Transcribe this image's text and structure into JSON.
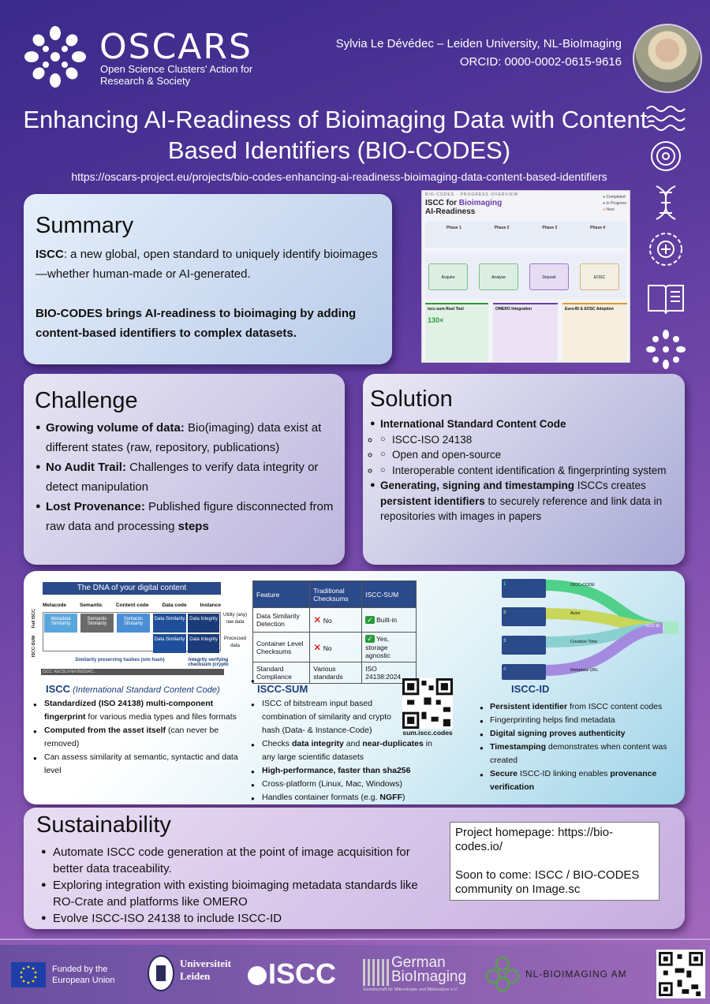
{
  "header": {
    "logo_word": "OSCARS",
    "logo_sub": "Open Science Clusters' Action for Research & Society",
    "author": "Sylvia Le Dévédec – Leiden University, NL-BioImaging",
    "orcid": "ORCID: 0000-0002-0615-9616",
    "title": "Enhancing AI-Readiness of Bioimaging Data with Content-Based Identifiers (BIO-CODES)",
    "url": "https://oscars-project.eu/projects/bio-codes-enhancing-ai-readiness-bioimaging-data-content-based-identifiers"
  },
  "side_icons": [
    "waves-icon",
    "target-icon",
    "dna-icon",
    "plus-circle-icon",
    "book-icon",
    "oscars-flower-icon"
  ],
  "summary": {
    "heading": "Summary",
    "p1_bold": "ISCC",
    "p1_rest": ": a new global, open standard to uniquely identify bioimages—whether human‐made or AI‐generated.",
    "p2": "BIO‐CODES brings AI‐readiness to bioimaging by adding content‐based identifiers to complex datasets."
  },
  "thumb": {
    "kicker": "BIO-CODES · PROGRESS OVERVIEW",
    "title_a": "ISCC for ",
    "title_b": "Bioimaging",
    "title_c": "AI-Readiness",
    "legend": [
      "Completed",
      "In Progress",
      "Next"
    ],
    "phases": [
      "Phase 1",
      "Phase 2",
      "Phase 3",
      "Phase 4"
    ],
    "pipeline": [
      "Acquire",
      "Analyse",
      "Deposit",
      "EOSC"
    ],
    "cards": [
      "iscc-sum Rust Tool",
      "OMERO Integration",
      "Euro-BI & EOSC Adoption"
    ],
    "stat": "130×"
  },
  "challenge": {
    "heading": "Challenge",
    "items": [
      {
        "bold": "Growing volume  of data:",
        "rest": " Bio(imaging) data exist at different states (raw, repository, publications)"
      },
      {
        "bold": " No Audit Trail:",
        "rest": " Challenges to verify data integrity or detect manipulation"
      },
      {
        "bold": "Lost Provenance:",
        "rest": " Published figure disconnected from raw data and processing ",
        "bold2": "steps"
      }
    ]
  },
  "solution": {
    "heading": "Solution",
    "item1": "International Standard Content Code",
    "sub": [
      "ISCC-ISO 24138",
      "Open and open-source",
      "Interoperable content identification & fingerprinting system"
    ],
    "item2_bold": "Generating, signing and timestamping",
    "item2_rest": " ISCCs creates ",
    "item2_bold2": "persistent identifiers",
    "item2_rest2": " to securely reference and link data in repositories with images in papers"
  },
  "dna": {
    "title": "The DNA of your digital content",
    "cols": [
      "Metacode",
      "Semantic",
      "Content code",
      "Data code",
      "Instance"
    ],
    "row1": [
      "Metadata Similarity",
      "Semantic Similarity",
      "Syntactic Similarity",
      "Data Similarity",
      "Data Integrity"
    ],
    "row2": [
      "Data Similarity",
      "Data Integrity"
    ],
    "left_top": "Full ISCC",
    "left_bottom": "ISCC-SUM",
    "right_top": "Utility (any) raw data",
    "right_bottom": "Processed data",
    "foot1": "Similarity preserving hashes (sim hash)",
    "foot2": "Integrity verifying checksum (crypto",
    "code": "ISCC: KEC5LVVEF2W2GRC...",
    "colors": {
      "meta": "#5aa7dd",
      "sem": "#6a6a6a",
      "syn": "#4a8fd6",
      "data": "#1f4f9a",
      "inst": "#1b3c78"
    }
  },
  "table": {
    "headers": [
      "Feature",
      "Traditional Checksums",
      "ISCC-SUM"
    ],
    "rows": [
      [
        "Data Similarity Detection",
        "No",
        "Built-in"
      ],
      [
        "Container Level Checksums",
        "No",
        "Yes, storage agnostic"
      ],
      [
        "Standard Compliance",
        "Various standards",
        "ISO 24138:2024"
      ]
    ]
  },
  "flow": {
    "labels": [
      "ISCC-CODE",
      "Actor",
      "Creation Time",
      "Metadata URL"
    ],
    "nums": [
      "1",
      "2",
      "3",
      "4"
    ],
    "target": "ISCC-ID",
    "colors": [
      "#4fd18a",
      "#c8d65a",
      "#8ad0d0",
      "#a58be0"
    ]
  },
  "iscc_col": {
    "title": "ISCC",
    "title_it": " (International Standard Content Code)",
    "items": [
      {
        "bold": "Standardized (ISO 24138) multi-component fingerprint",
        "rest": " for various media types and files formats"
      },
      {
        "bold": "Computed from the asset itself",
        "rest": " (can never be removed)"
      },
      {
        "bold": "",
        "rest": "Can assess similarity at semantic, syntactic and data level"
      }
    ]
  },
  "sum_col": {
    "title": "ISCC-SUM",
    "qr_caption": "sum.iscc.codes",
    "items": [
      {
        "pre": "ISCC of bitstream input based combination of similarity and crypto hash (Data- & Instance-Code)",
        "bold": "",
        "post": ""
      },
      {
        "pre": "Checks ",
        "bold": "data integrity",
        "post": " and ",
        "bold2": "near-duplicates",
        "post2": " in any large scientific  datasets"
      },
      {
        "pre": "",
        "bold": "High-performance, faster than sha256",
        "post": ""
      },
      {
        "pre": "Cross-platform (Linux, Mac, Windows)",
        "bold": "",
        "post": ""
      },
      {
        "pre": "Handles container formats (e.g. ",
        "bold": "NGFF",
        "post": ")"
      }
    ]
  },
  "id_col": {
    "title": "ISCC-ID",
    "items": [
      {
        "bold": "Persistent  identifier",
        "rest": " from ISCC content codes",
        "bold2": "",
        "rest2": ""
      },
      {
        "bold": "",
        "rest": "Fingerprinting helps find metadata",
        "bold2": "",
        "rest2": ""
      },
      {
        "bold": "Digital signing proves authenticity",
        "rest": "",
        "bold2": "",
        "rest2": ""
      },
      {
        "bold": "Timestamping",
        "rest": " demonstrates when content was created",
        "bold2": "",
        "rest2": ""
      },
      {
        "bold": "Secure",
        "rest": " ISCC-ID linking enables ",
        "bold2": "provenance verification",
        "rest2": ""
      }
    ]
  },
  "sustainability": {
    "heading": "Sustainability",
    "items": [
      "Automate ISCC code generation at the point of image acquisition for better data traceability.",
      "Exploring integration with existing bioimaging metadata standards like RO-Crate and platforms like OMERO",
      "Evolve ISCC-ISO 24138 to include ISCC-ID"
    ]
  },
  "homepage": {
    "label": "Project homepage: ",
    "link": "https://bio-codes.io/",
    "soon": "Soon to come: ISCC / BIO-CODES community on ",
    "soon_link": "Image.sc"
  },
  "footer": {
    "eu": "Funded by the European Union",
    "leiden": "Universiteit Leiden",
    "iscc": "ISCC",
    "gbi": "German BioImaging",
    "gbi_sub": "Gesellschaft für Mikroskopie und Bildanalyse e.V.",
    "nlbi": "NL-BIOIMAGING AM"
  }
}
